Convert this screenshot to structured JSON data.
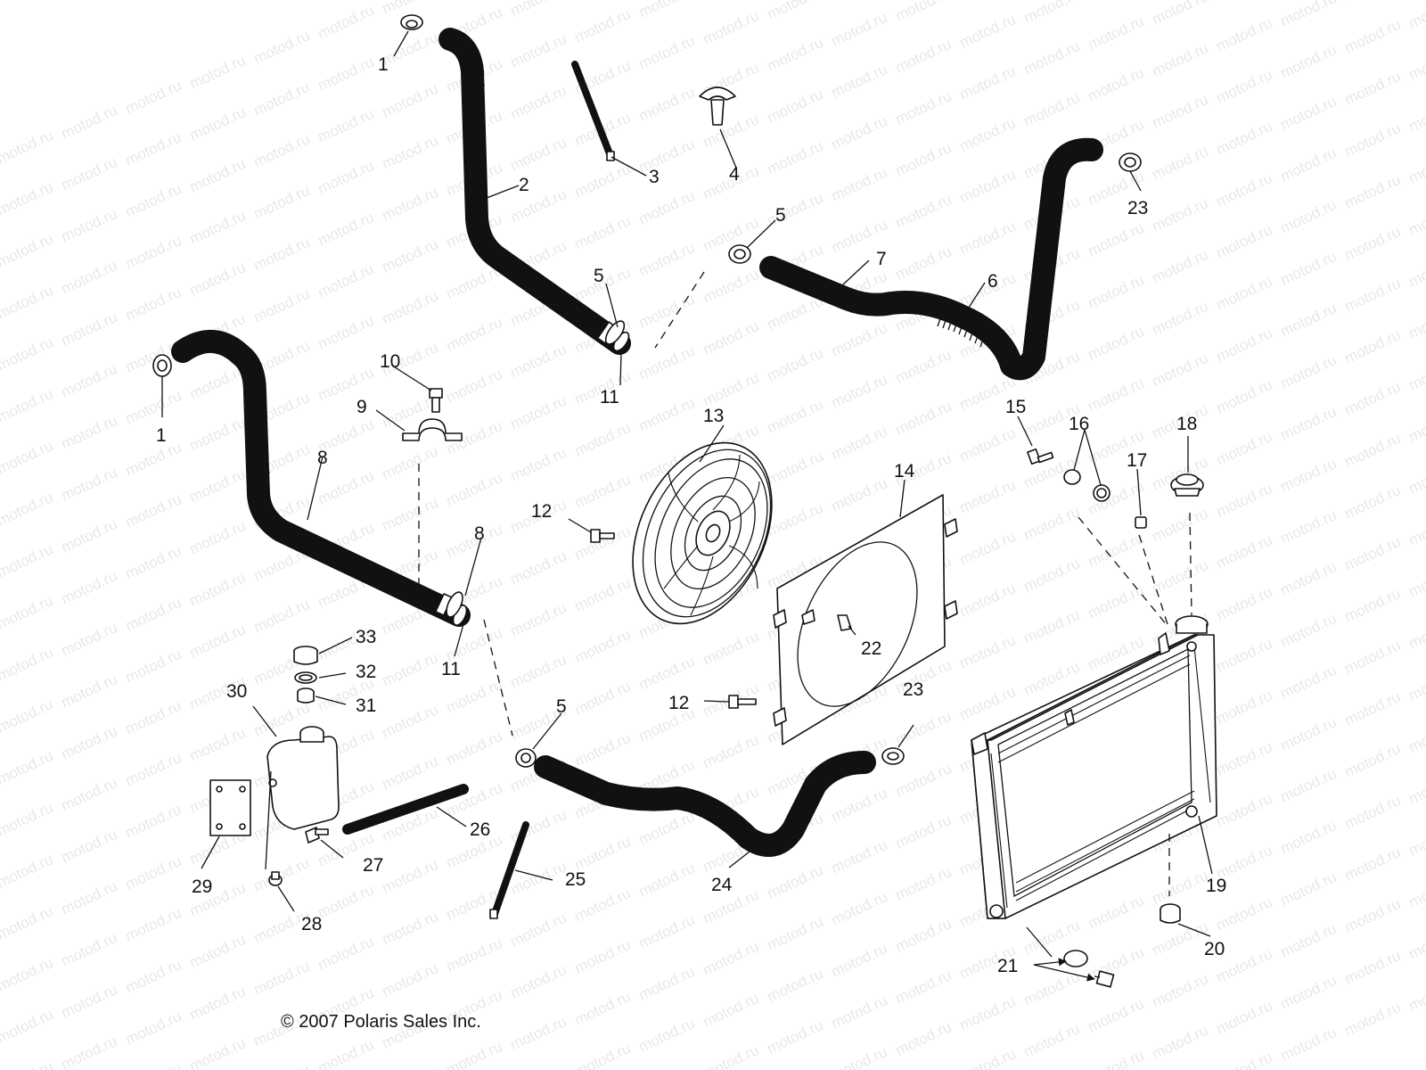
{
  "watermark": "motod.ru",
  "copyright": "© 2007 Polaris Sales Inc.",
  "callouts": [
    "1",
    "2",
    "3",
    "4",
    "5",
    "5",
    "7",
    "6",
    "23",
    "5",
    "11",
    "10",
    "9",
    "1",
    "8",
    "5",
    "11",
    "15",
    "16",
    "18",
    "17",
    "13",
    "14",
    "12",
    "22",
    "12",
    "33",
    "32",
    "31",
    "30",
    "5",
    "23",
    "26",
    "27",
    "29",
    "28",
    "25",
    "24",
    "19",
    "20",
    "21"
  ]
}
